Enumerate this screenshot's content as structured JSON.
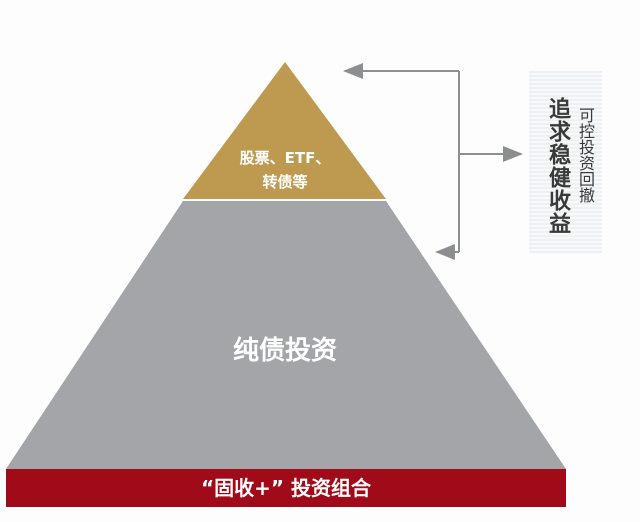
{
  "pyramid": {
    "top_label_line1": "股票、ETF、",
    "top_label_line2": "转债等",
    "middle_label": "纯债投资",
    "base_label": "“固收+” 投资组合"
  },
  "side_box": {
    "goal": "追求稳健收益",
    "sub": "可控投资回撤"
  },
  "colors": {
    "gold": "#bd9a4f",
    "gray": "#a4a5a8",
    "red": "#a10a18",
    "arrow": "#8c8e92"
  }
}
